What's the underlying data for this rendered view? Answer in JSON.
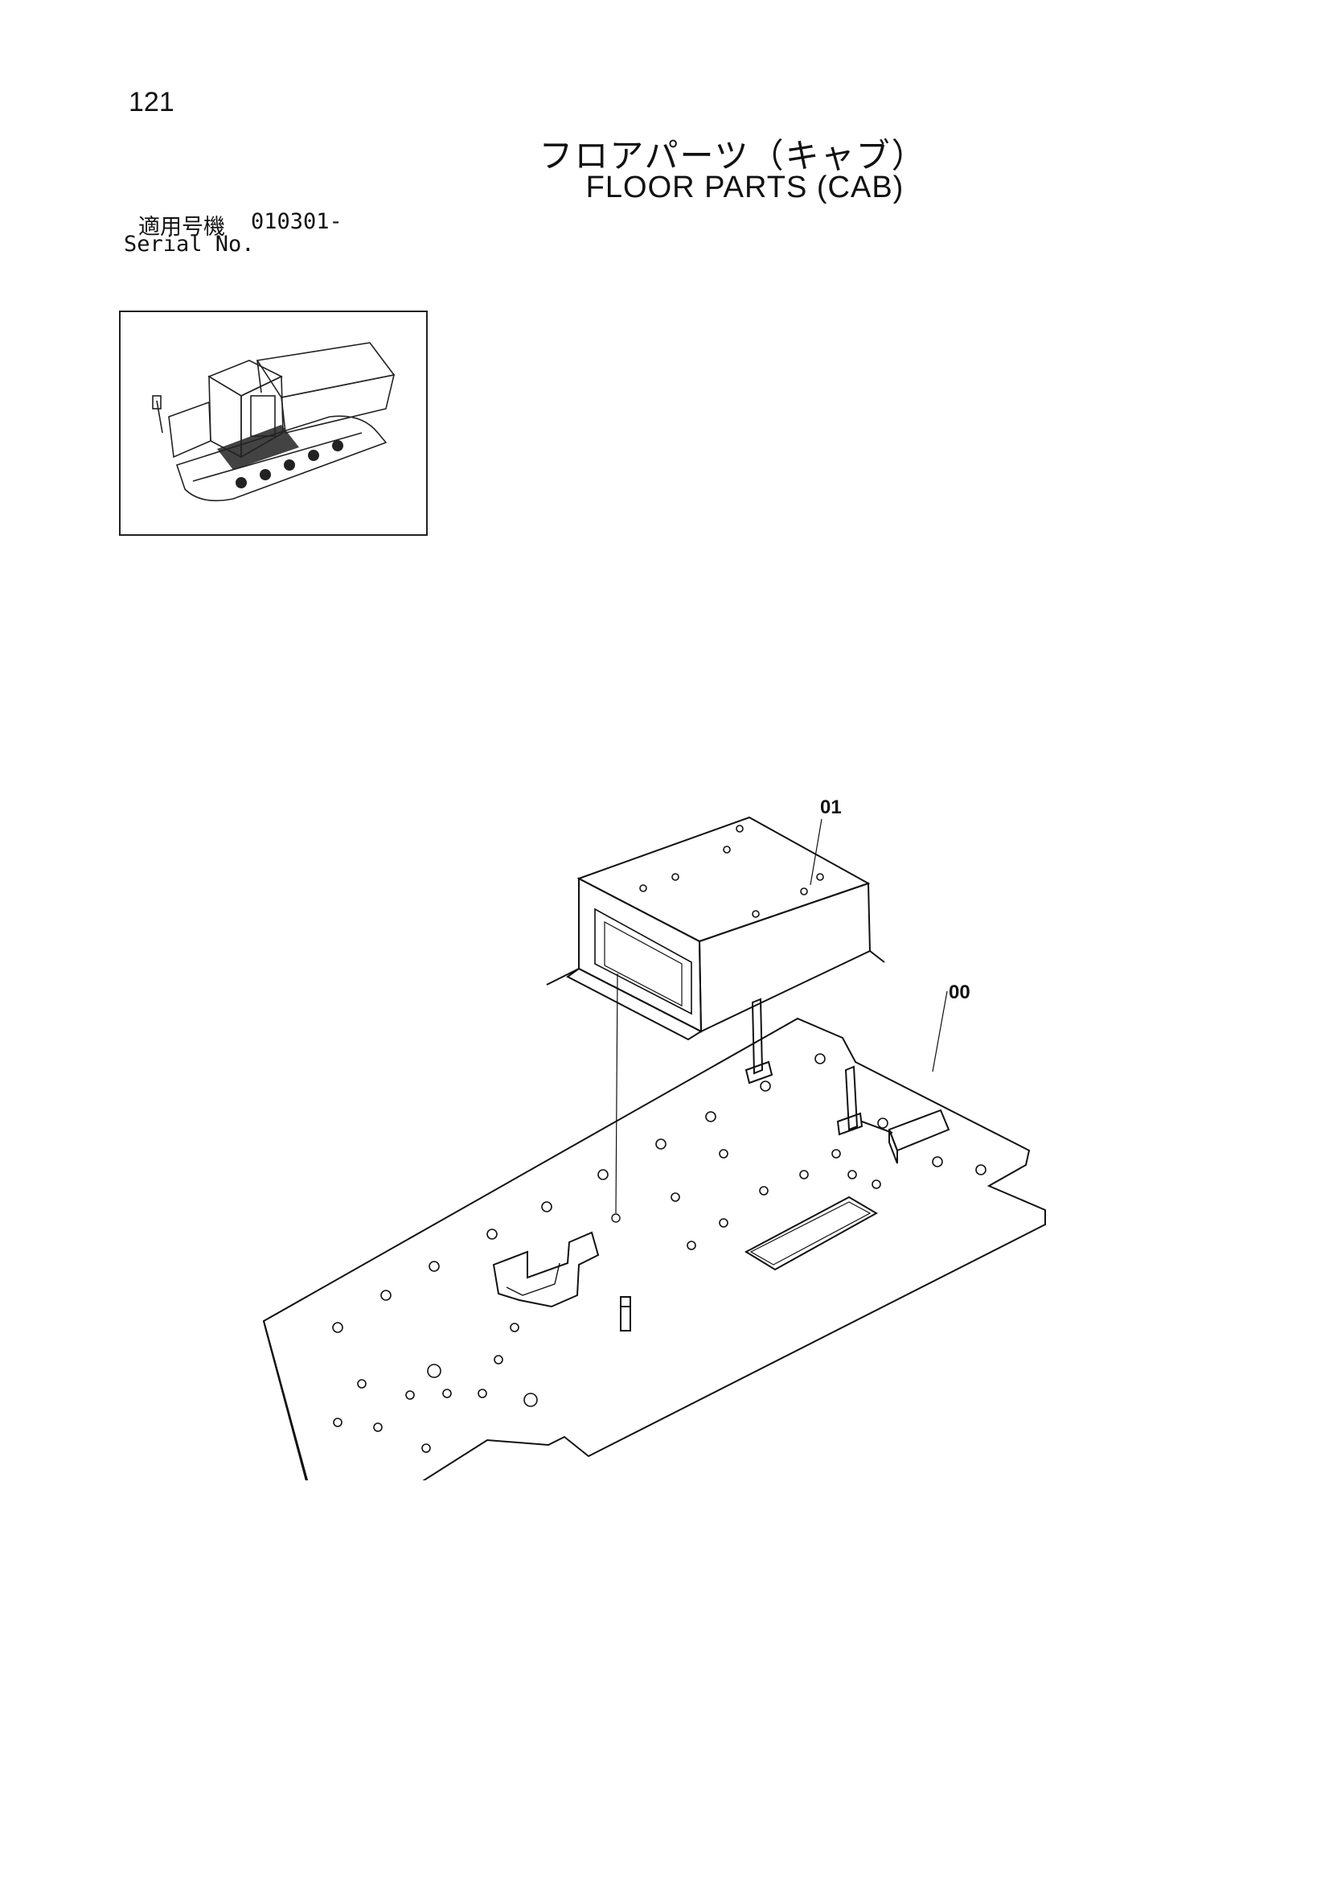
{
  "page": {
    "number": "121",
    "title_jp": "フロアパーツ（キャブ）",
    "title_en": "FLOOR PARTS (CAB)"
  },
  "serial": {
    "label_jp": "適用号機",
    "value": "010301-",
    "label_en": "Serial No."
  },
  "callouts": [
    "01",
    "00"
  ],
  "icons": {
    "thumbnail": "crawler-dumper-icon",
    "diagram": "floor-plate-exploded-diagram"
  }
}
